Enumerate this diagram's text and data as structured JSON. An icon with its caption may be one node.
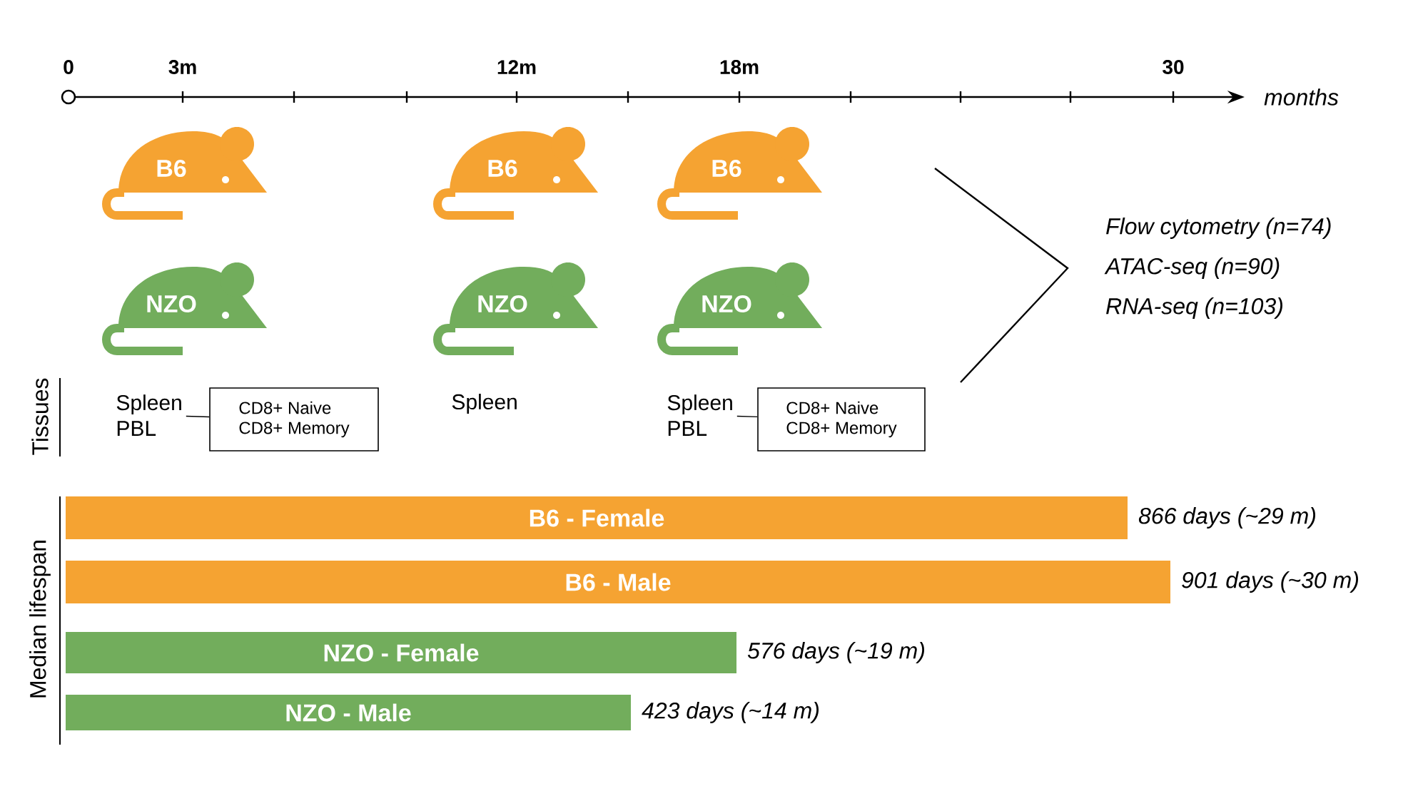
{
  "diagram": {
    "nodes": [
      {
        "text": [
          "B6"
        ]
      },
      {
        "text": [
          "B6"
        ]
      },
      {
        "text": [
          "B6"
        ]
      },
      {
        "text": [
          "NZO"
        ]
      },
      {
        "text": [
          "NZO"
        ]
      },
      {
        "text": [
          "NZO"
        ]
      },
      {
        "text": [
          "Spleen PBL"
        ]
      },
      {
        "text": [
          "CD8+ Naive",
          "CD8+ Memory"
        ]
      },
      {
        "text": [
          "Spleen"
        ]
      },
      {
        "text": [
          "Spleen PBL"
        ]
      },
      {
        "text": [
          "CD8+ Naive",
          "CD8+ Memory"
        ]
      },
      {
        "text": [
          "B6 - Female"
        ],
        "beside": [
          "866 days (~29 m)"
        ]
      },
      {
        "text": [
          "B6 - Male"
        ],
        "beside": [
          "901 days (~30 m)"
        ]
      },
      {
        "text": [
          "NZO - Female"
        ],
        "beside": [
          "576 days (~19 m)"
        ]
      },
      {
        "text": [
          "NZO - Male"
        ],
        "beside": [
          "423 days (~14 m)"
        ]
      }
    ],
    "edges": [
      {
        "from": 6,
        "to": 7,
        "arrow": "none"
      },
      {
        "from": 9,
        "to": 10,
        "arrow": "none"
      }
    ],
    "labels": [
      "0",
      "3m",
      "12m",
      "18m",
      "30",
      "months",
      "Flow cytometry (n=74)",
      "ATAC-seq (n=90)",
      "RNA-seq (n=103)",
      "Tissues",
      "Median lifespan"
    ]
  }
}
